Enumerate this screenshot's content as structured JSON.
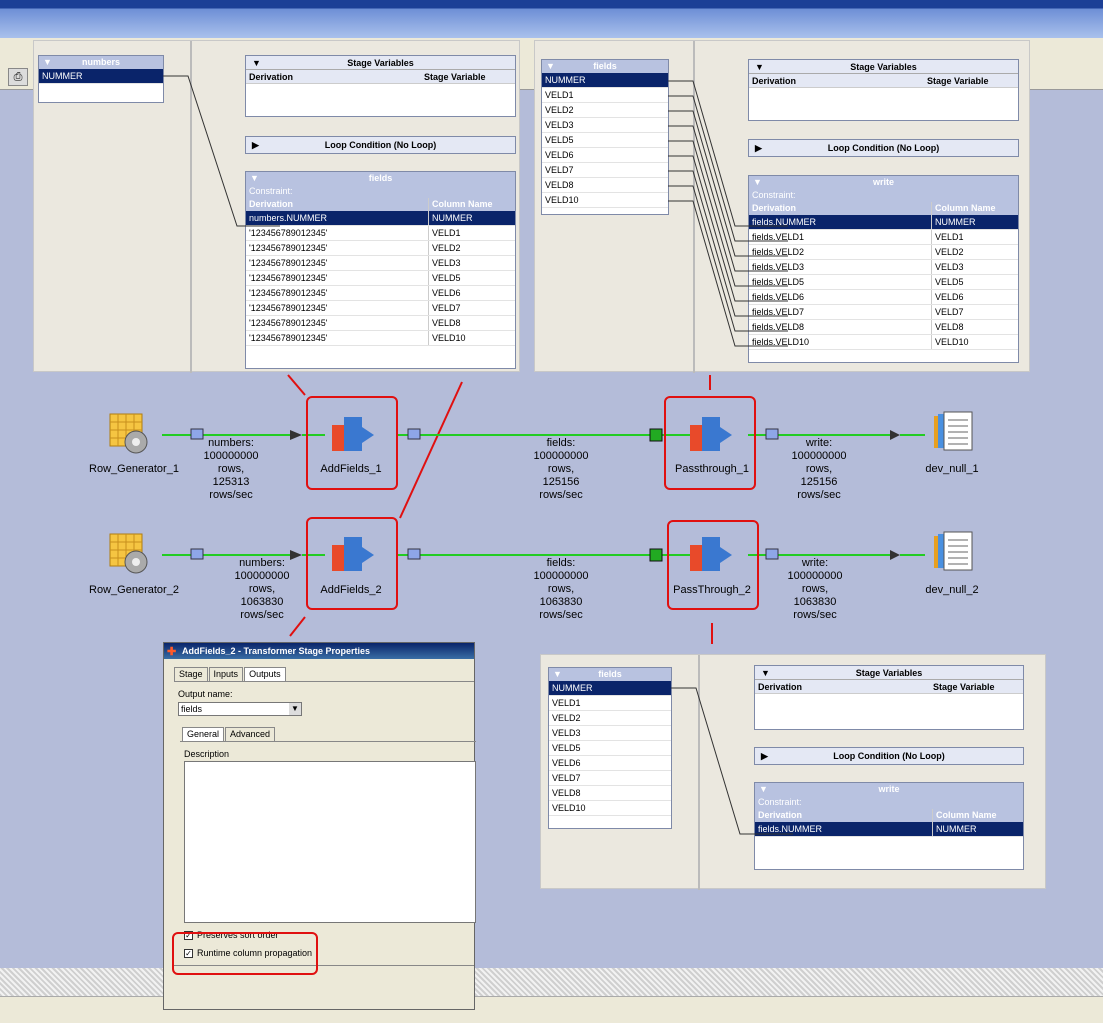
{
  "panel1": {
    "input_title": "numbers",
    "input_rows": [
      "NUMMER"
    ],
    "sv_title": "Stage Variables",
    "sv_col_derivation": "Derivation",
    "sv_col_stagevar": "Stage Variable",
    "loop_label": "Loop Condition (No Loop)",
    "out_title": "fields",
    "constraint": "Constraint:",
    "col_derivation": "Derivation",
    "col_column": "Column Name",
    "rows": [
      [
        "numbers.NUMMER",
        "NUMMER"
      ],
      [
        "'123456789012345'",
        "VELD1"
      ],
      [
        "'123456789012345'",
        "VELD2"
      ],
      [
        "'123456789012345'",
        "VELD3"
      ],
      [
        "'123456789012345'",
        "VELD5"
      ],
      [
        "'123456789012345'",
        "VELD6"
      ],
      [
        "'123456789012345'",
        "VELD7"
      ],
      [
        "'123456789012345'",
        "VELD8"
      ],
      [
        "'123456789012345'",
        "VELD10"
      ]
    ]
  },
  "panel2": {
    "input_title": "fields",
    "input_rows": [
      "NUMMER",
      "VELD1",
      "VELD2",
      "VELD3",
      "VELD5",
      "VELD6",
      "VELD7",
      "VELD8",
      "VELD10"
    ],
    "sv_title": "Stage Variables",
    "sv_col_derivation": "Derivation",
    "sv_col_stagevar": "Stage Variable",
    "loop_label": "Loop Condition (No Loop)",
    "out_title": "write",
    "constraint": "Constraint:",
    "col_derivation": "Derivation",
    "col_column": "Column Name",
    "rows": [
      [
        "fields.NUMMER",
        "NUMMER"
      ],
      [
        "fields.VELD1",
        "VELD1"
      ],
      [
        "fields.VELD2",
        "VELD2"
      ],
      [
        "fields.VELD3",
        "VELD3"
      ],
      [
        "fields.VELD5",
        "VELD5"
      ],
      [
        "fields.VELD6",
        "VELD6"
      ],
      [
        "fields.VELD7",
        "VELD7"
      ],
      [
        "fields.VELD8",
        "VELD8"
      ],
      [
        "fields.VELD10",
        "VELD10"
      ]
    ]
  },
  "panel3": {
    "input_title": "fields",
    "input_rows": [
      "NUMMER",
      "VELD1",
      "VELD2",
      "VELD3",
      "VELD5",
      "VELD6",
      "VELD7",
      "VELD8",
      "VELD10"
    ],
    "sv_title": "Stage Variables",
    "sv_col_derivation": "Derivation",
    "sv_col_stagevar": "Stage Variable",
    "loop_label": "Loop Condition (No Loop)",
    "out_title": "write",
    "constraint": "Constraint:",
    "col_derivation": "Derivation",
    "col_column": "Column Name",
    "rows": [
      [
        "fields.NUMMER",
        "NUMMER"
      ]
    ]
  },
  "job": {
    "row1": {
      "gen": "Row_Generator_1",
      "xf1": "AddFields_1",
      "xf2": "Passthrough_1",
      "sink": "dev_null_1",
      "link1": [
        "numbers:",
        "100000000",
        "rows,",
        "125313",
        "rows/sec"
      ],
      "link2": [
        "fields:",
        "100000000",
        "rows,",
        "125156",
        "rows/sec"
      ],
      "link3": [
        "write:",
        "100000000",
        "rows,",
        "125156",
        "rows/sec"
      ]
    },
    "row2": {
      "gen": "Row_Generator_2",
      "xf1": "AddFields_2",
      "xf2": "PassThrough_2",
      "sink": "dev_null_2",
      "link1": [
        "numbers:",
        "100000000",
        "rows,",
        "1063830",
        "rows/sec"
      ],
      "link2": [
        "fields:",
        "100000000",
        "rows,",
        "1063830",
        "rows/sec"
      ],
      "link3": [
        "write:",
        "100000000",
        "rows,",
        "1063830",
        "rows/sec"
      ]
    }
  },
  "dialog": {
    "title": "AddFields_2 - Transformer Stage Properties",
    "tabs": [
      "Stage",
      "Inputs",
      "Outputs"
    ],
    "output_name_label": "Output name:",
    "output_name_value": "fields",
    "subtabs": [
      "General",
      "Advanced"
    ],
    "description_label": "Description",
    "preserve_sort": "Preserves sort order",
    "rcp": "Runtime column propagation"
  },
  "colors": {
    "link": "#22cc22",
    "highlight": "#e01010",
    "selected": "#0a246a"
  }
}
